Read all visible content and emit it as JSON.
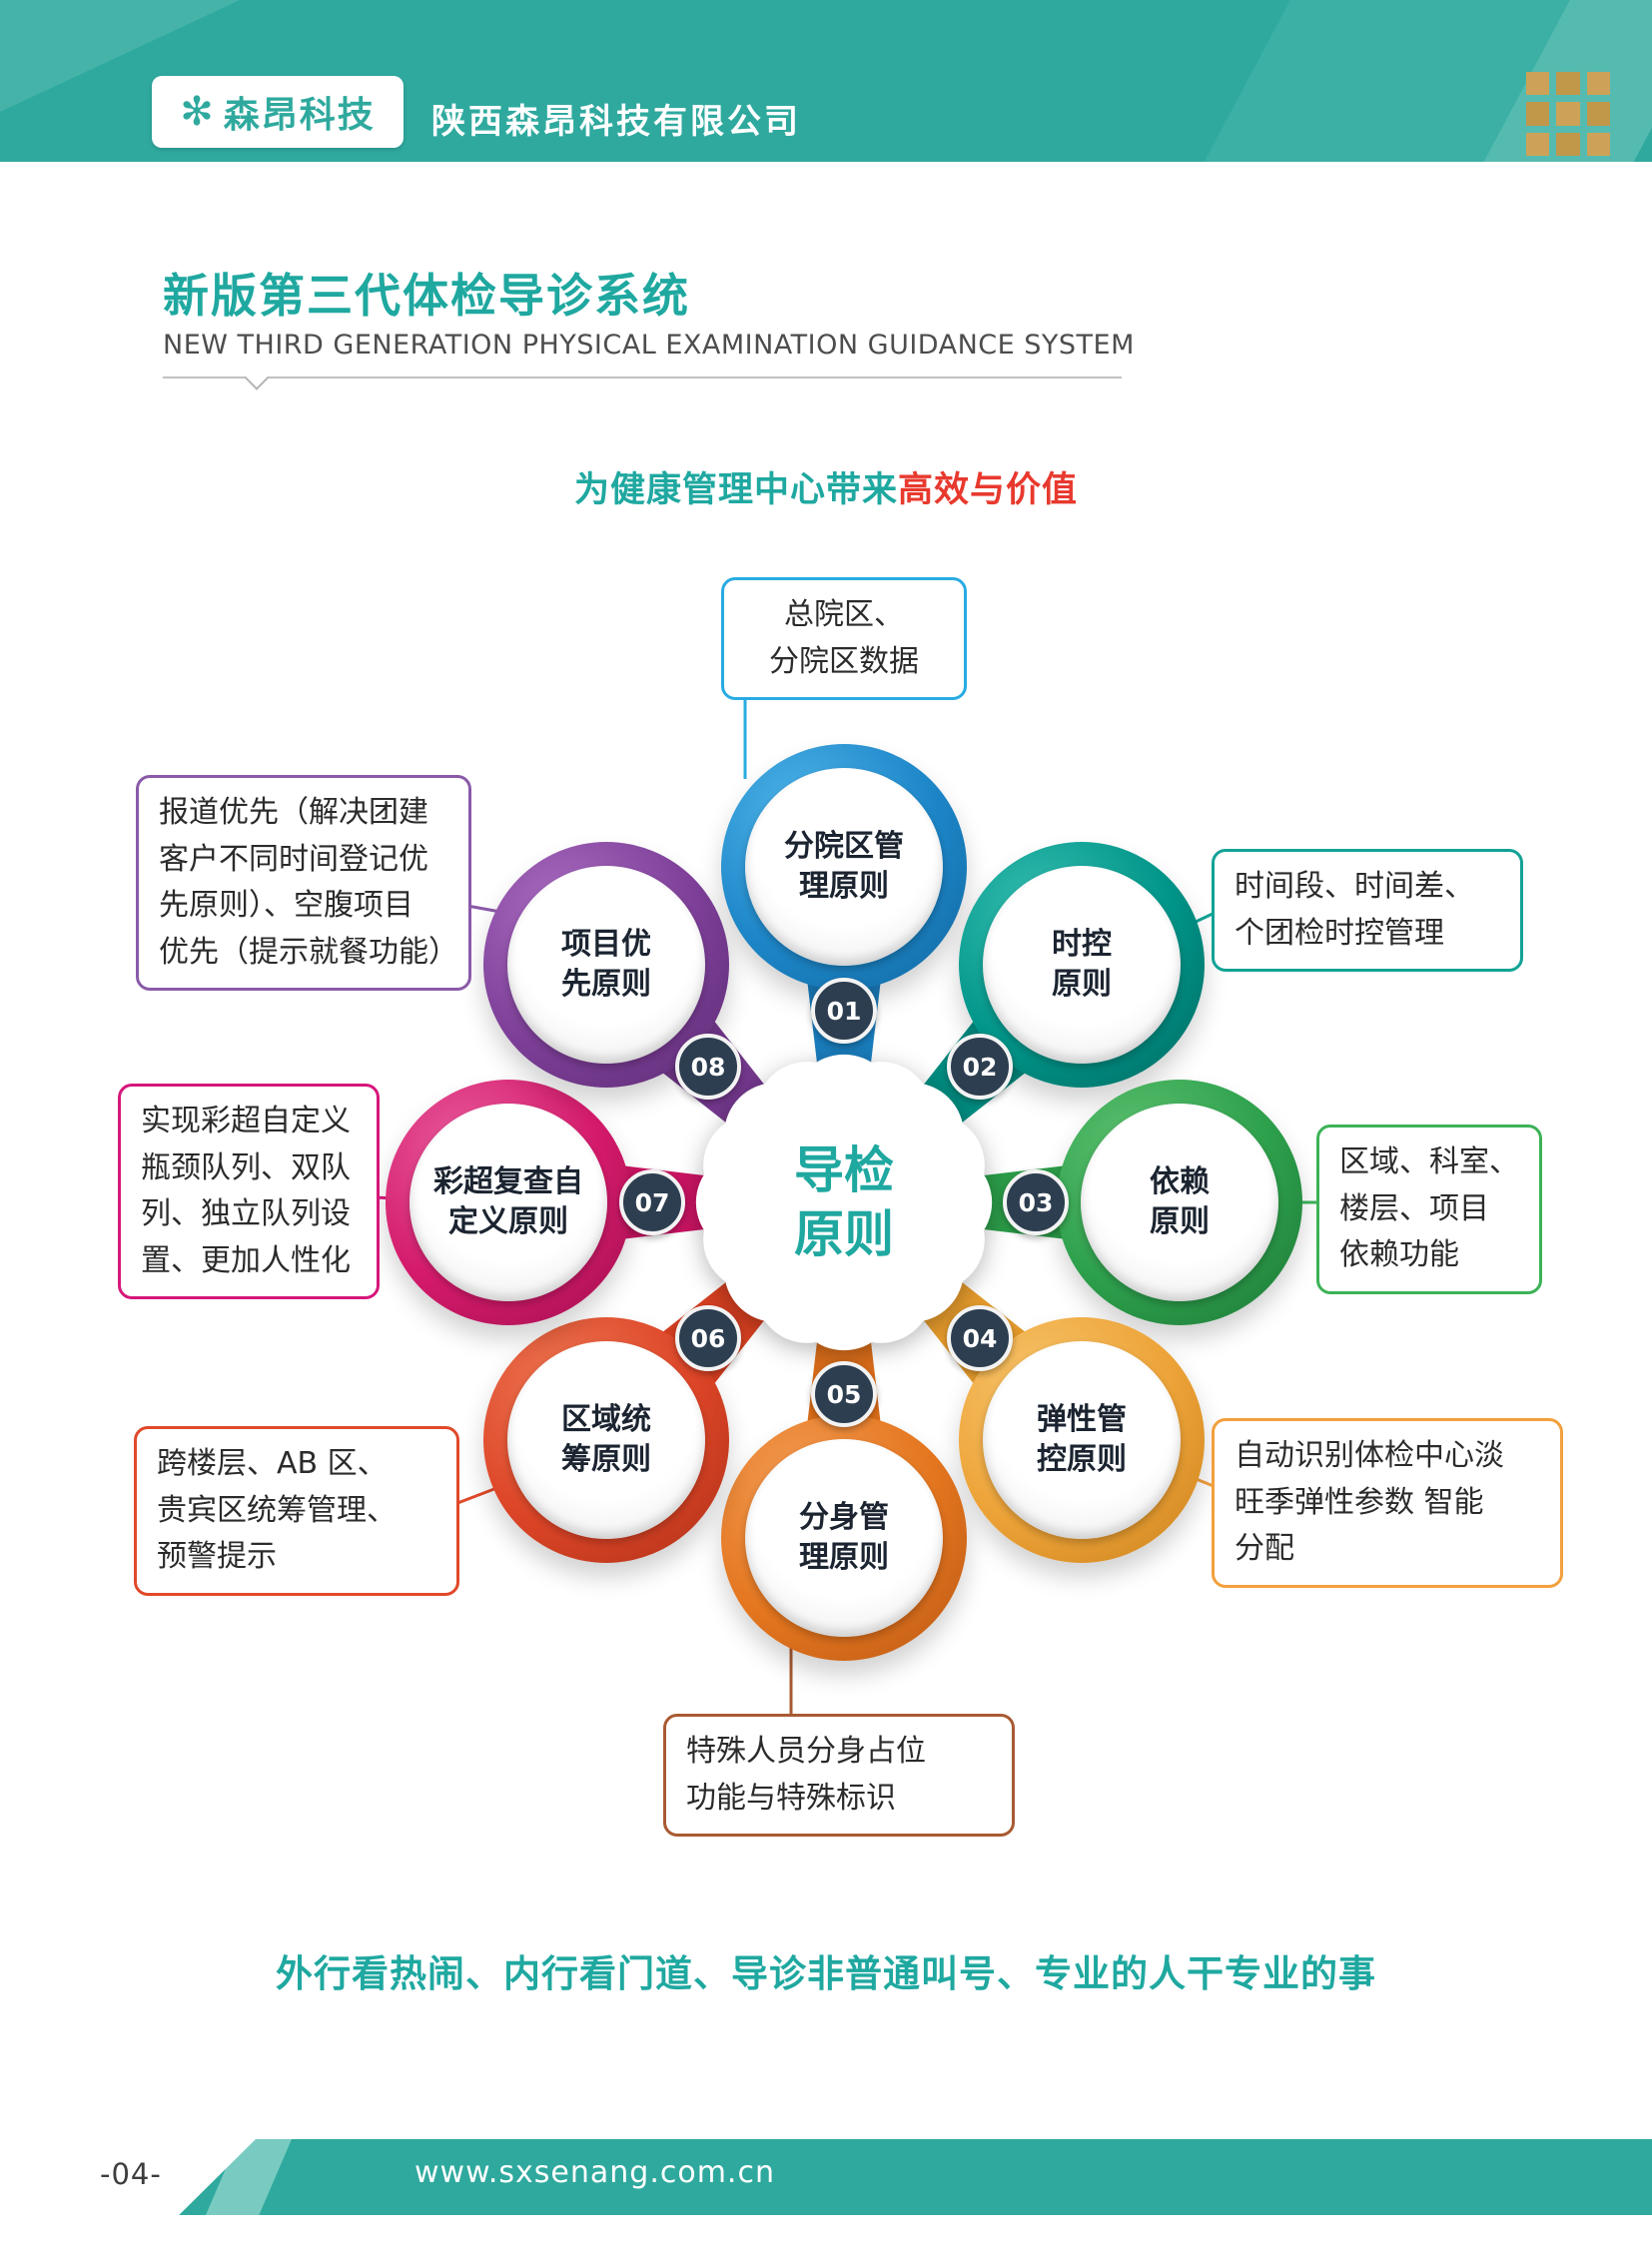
{
  "header": {
    "logo_glyph": "✻",
    "logo_text": "森昂科技",
    "company_name": "陕西森昂科技有限公司",
    "bar_color": "#2fa99e"
  },
  "title_block": {
    "title_cn": "新版第三代体检导诊系统",
    "title_en": "NEW THIRD GENERATION PHYSICAL EXAMINATION GUIDANCE SYSTEM"
  },
  "tagline": {
    "normal": "为健康管理中心带来",
    "highlight": "高效与价值",
    "normal_color": "#1fa8a0",
    "highlight_color": "#e8392e"
  },
  "diagram": {
    "center_label": "导检\n原则",
    "center_color": "#1fa8a0",
    "petals": [
      {
        "num": "01",
        "label": "分院区管\n理原则",
        "color": "#1d86c8",
        "callout": "总院区、\n分院区数据",
        "callout_color": "#29abe2"
      },
      {
        "num": "02",
        "label": "时控\n原则",
        "color": "#009488",
        "callout": "时间段、时间差、\n个团检时控管理",
        "callout_color": "#12a295"
      },
      {
        "num": "03",
        "label": "依赖\n原则",
        "color": "#2da04c",
        "callout": "区域、科室、\n楼层、项目\n依赖功能",
        "callout_color": "#3cb257"
      },
      {
        "num": "04",
        "label": "弹性管\n控原则",
        "color": "#eda338",
        "callout": "自动识别体检中心淡\n旺季弹性参数  智能\n分配",
        "callout_color": "#f2a03d"
      },
      {
        "num": "05",
        "label": "分身管\n理原则",
        "color": "#e4761f",
        "callout": "特殊人员分身占位\n功能与特殊标识",
        "callout_color": "#a85a32"
      },
      {
        "num": "06",
        "label": "区域统\n筹原则",
        "color": "#dd4527",
        "callout": "跨楼层、AB 区、\n贵宾区统筹管理、\n预警提示",
        "callout_color": "#e0492a"
      },
      {
        "num": "07",
        "label": "彩超复查自\n定义原则",
        "color": "#d41a6b",
        "callout": "实现彩超自定义\n瓶颈队列、双队\n列、独立队列设\n置、更加人性化",
        "callout_color": "#d6177b"
      },
      {
        "num": "08",
        "label": "项目优\n先原则",
        "color": "#7d3f98",
        "callout": "报道优先（解决团建\n客户不同时间登记优\n先原则）、空腹项目\n优先（提示就餐功能）",
        "callout_color": "#8a5aa8"
      }
    ]
  },
  "slogan": "外行看热闹、内行看门道、导诊非普通叫号、专业的人干专业的事",
  "footer": {
    "page_number": "-04-",
    "website": "www.sxsenang.com.cn"
  }
}
